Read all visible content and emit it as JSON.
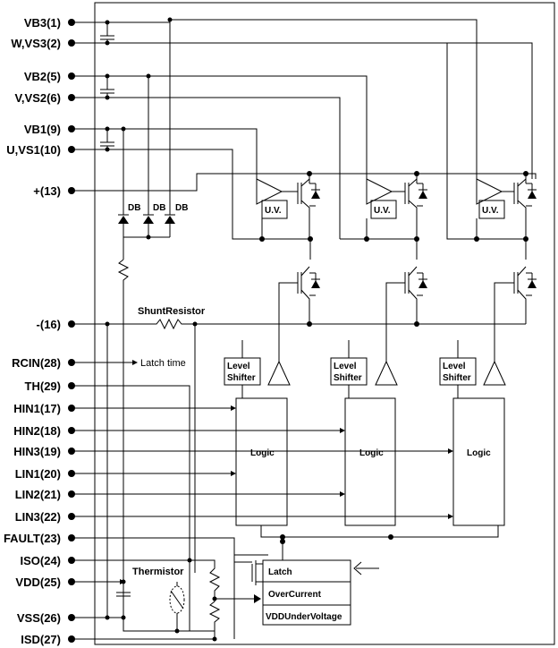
{
  "pins": [
    {
      "label": "VB3(1)"
    },
    {
      "label": "W,VS3(2)"
    },
    {
      "label": "VB2(5)"
    },
    {
      "label": "V,VS2(6)"
    },
    {
      "label": "VB1(9)"
    },
    {
      "label": "U,VS1(10)"
    },
    {
      "label": "+(13)"
    },
    {
      "label": "-(16)"
    },
    {
      "label": "RCIN(28)"
    },
    {
      "label": "TH(29)"
    },
    {
      "label": "HIN1(17)"
    },
    {
      "label": "HIN2(18)"
    },
    {
      "label": "HIN3(19)"
    },
    {
      "label": "LIN1(20)"
    },
    {
      "label": "LIN2(21)"
    },
    {
      "label": "LIN3(22)"
    },
    {
      "label": "FAULT(23)"
    },
    {
      "label": "ISO(24)"
    },
    {
      "label": "VDD(25)"
    },
    {
      "label": "VSS(26)"
    },
    {
      "label": "ISD(27)"
    }
  ],
  "labels": {
    "db": "DB",
    "uv": "U.V.",
    "shunt": "ShuntResistor",
    "latch_time": "Latch time",
    "level": "Level",
    "shifter": "Shifter",
    "logic": "Logic",
    "thermistor": "Thermistor",
    "latch": "Latch",
    "overcurrent": "OverCurrent",
    "vdd_uv": "VDDUnderVoltage"
  }
}
